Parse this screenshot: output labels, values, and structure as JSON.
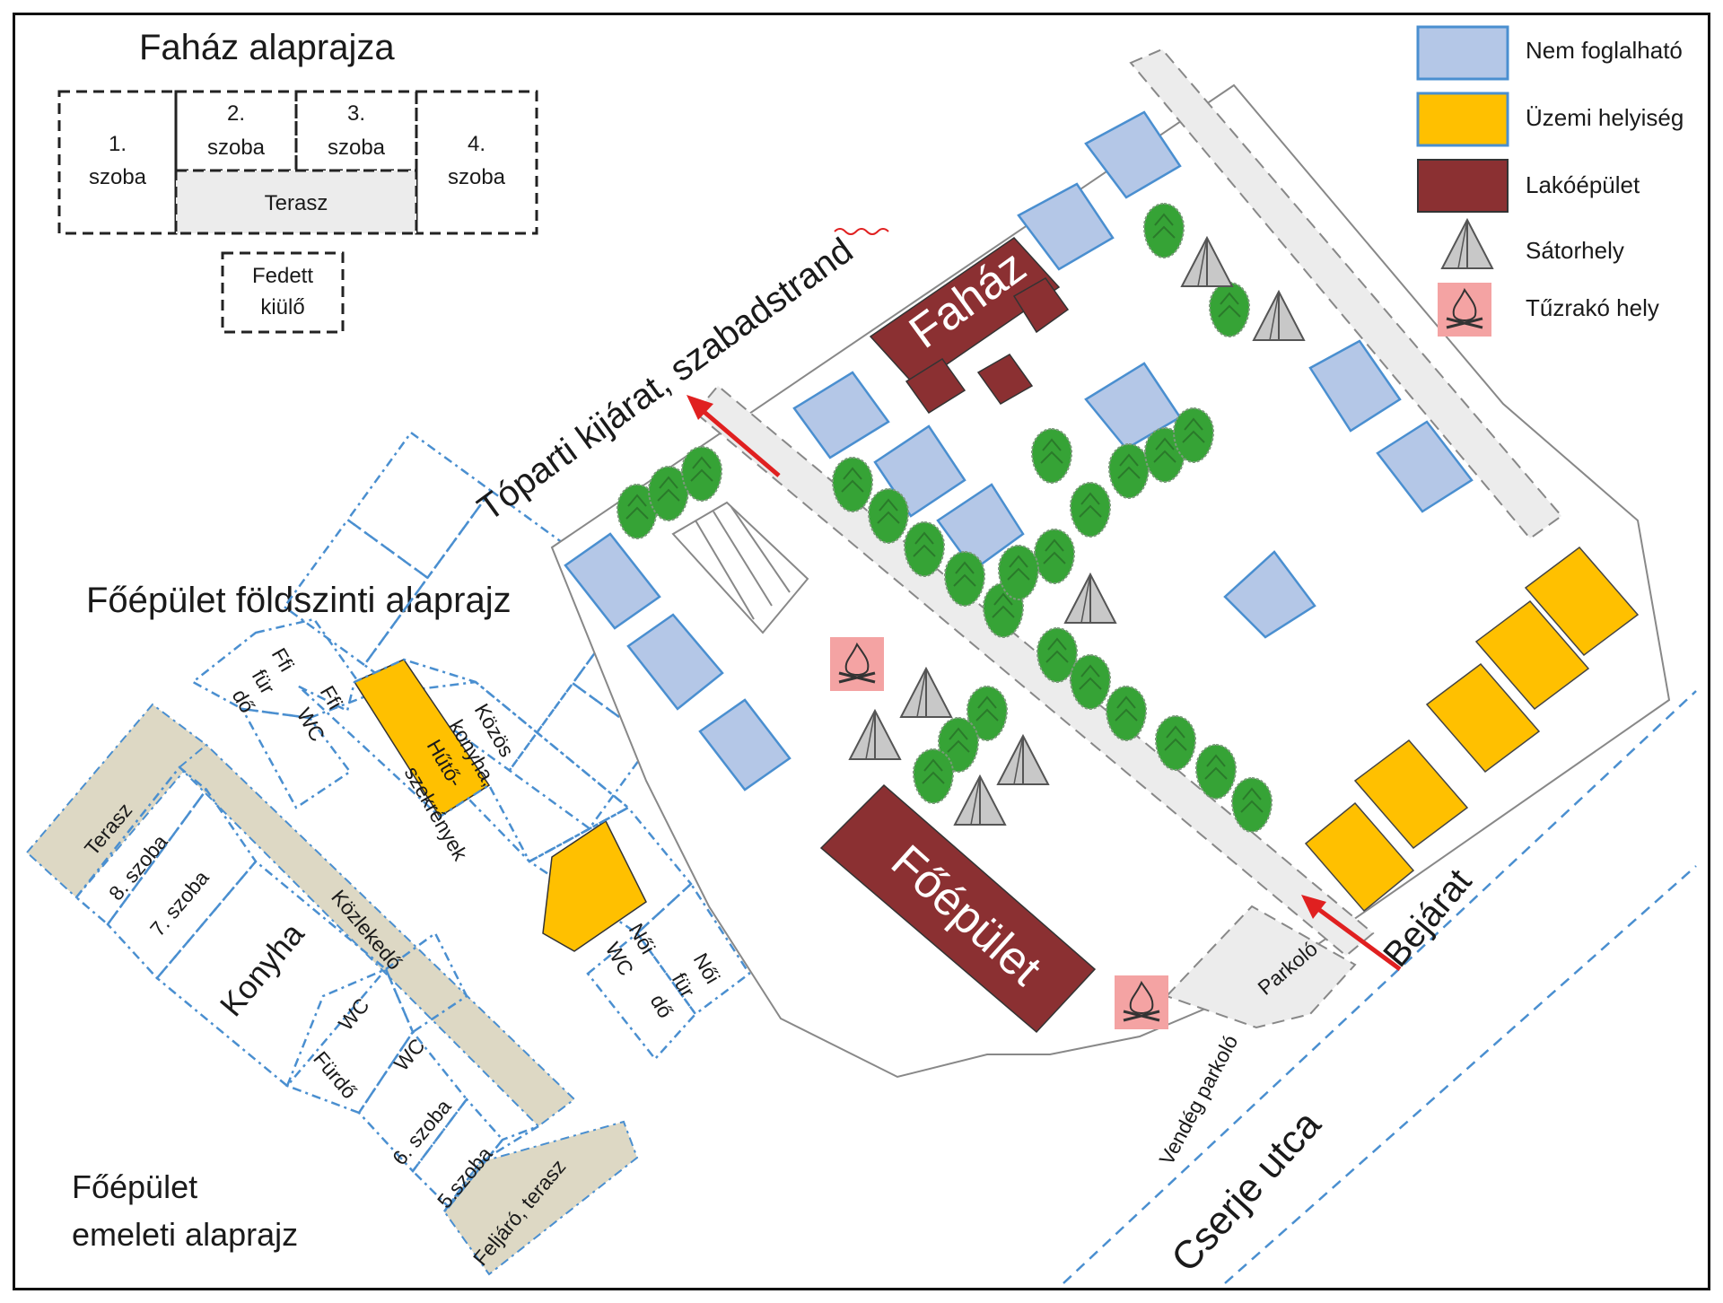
{
  "cabin_plan": {
    "title": "Faház alaprajza",
    "rooms": {
      "r1": [
        "1.",
        "szoba"
      ],
      "r2": [
        "2.",
        "szoba"
      ],
      "r3": [
        "3.",
        "szoba"
      ],
      "r4": [
        "4.",
        "szoba"
      ],
      "terrace": "Terasz",
      "covered_seat": [
        "Fedett",
        "kiülő"
      ]
    }
  },
  "ground_plan": {
    "title": "Főépület földszinti alaprajz",
    "rooms": {
      "men_shower": [
        "Ffi",
        "für",
        "dő"
      ],
      "men_wc": [
        "Ffi",
        "WC"
      ],
      "kitchen_shared": [
        "Közös",
        "konyha,",
        "Hűtő-",
        "szekrények"
      ],
      "women_wc": [
        "Női",
        "WC"
      ],
      "women_shower": [
        "Női",
        "für",
        "dő"
      ]
    }
  },
  "upper_plan": {
    "title_lines": [
      "Főépület",
      "emeleti alaprajz"
    ],
    "rooms": {
      "terrace": "Terasz",
      "room8": "8. szoba",
      "room7": "7. szoba",
      "kitchen": "Konyha",
      "corridor": "Közlekedő",
      "wc1": "WC",
      "wc2": "WC",
      "bath": "Fürdő",
      "room6": "6. szoba",
      "room5": "5.szoba",
      "stairs": "Feljáró, terasz"
    }
  },
  "map": {
    "cabin_label": "Faház",
    "main_building_label": "Főépület",
    "exit_label": "Tóparti kijárat, szabadstrand",
    "entrance_label": "Bejárat",
    "parking_label": "Parkoló",
    "guest_parking_label": "Vendég parkoló",
    "street_label": "Cserje utca"
  },
  "legend": {
    "items": [
      {
        "label": "Nem foglalható",
        "color": "#b4c7e7",
        "icon": "blue-plot-swatch"
      },
      {
        "label": "Üzemi helyiség",
        "color": "#ffc000",
        "icon": "yellow-plot-swatch"
      },
      {
        "label": "Lakóépület",
        "color": "#8b3032",
        "icon": "building-swatch"
      },
      {
        "label": "Sátorhely",
        "color": "#c8c8c8",
        "icon": "tent-icon"
      },
      {
        "label": "Tűzrakó hely",
        "color": "#f4a3a3",
        "icon": "campfire-icon"
      }
    ]
  },
  "colors": {
    "blue_plot": "#b4c7e7",
    "blue_stroke": "#4a8fd0",
    "yellow_plot": "#ffc000",
    "building": "#8b3032",
    "tree": "#3aa33a",
    "corridor_beige": "#ddd8c4",
    "arrow_red": "#e02020"
  }
}
